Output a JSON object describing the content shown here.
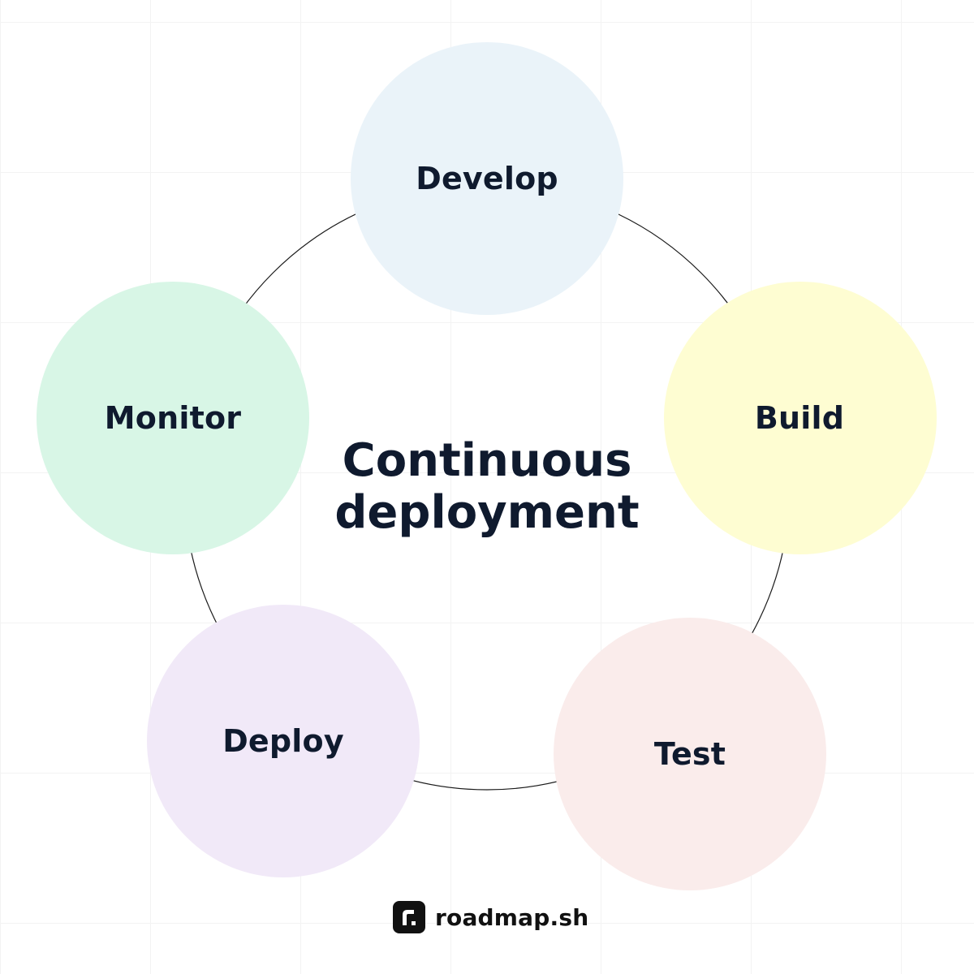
{
  "diagram": {
    "title_line1": "Continuous",
    "title_line2": "deployment",
    "stages": [
      {
        "label": "Develop",
        "color": "#eaf3f9"
      },
      {
        "label": "Build",
        "color": "#fefdd2"
      },
      {
        "label": "Test",
        "color": "#faeceb"
      },
      {
        "label": "Deploy",
        "color": "#f1e9f8"
      },
      {
        "label": "Monitor",
        "color": "#d8f6e6"
      }
    ]
  },
  "brand": {
    "name": "roadmap.sh",
    "icon": "roadmap-logo-icon"
  }
}
